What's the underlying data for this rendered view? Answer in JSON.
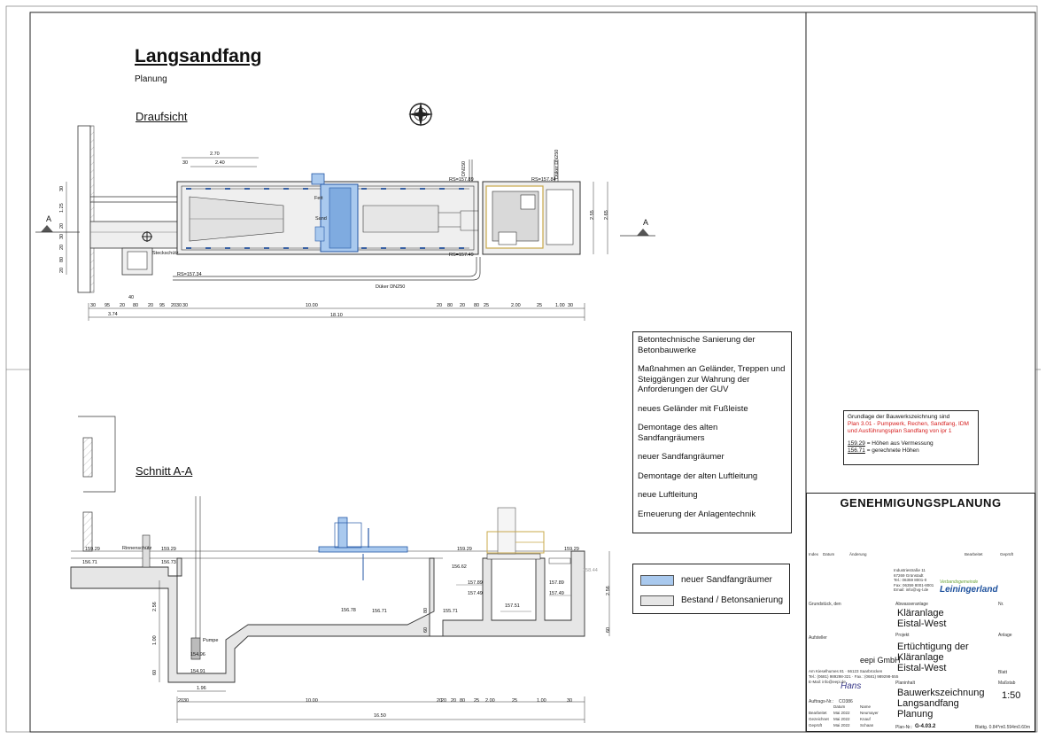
{
  "title": "Langsandfang",
  "subtitle": "Planung",
  "views": {
    "plan": "Draufsicht",
    "section": "Schnitt A-A"
  },
  "section_marker": "A",
  "plan_labels": {
    "dim_270": "2.70",
    "dim_240": "2.40",
    "dim_30": "30",
    "rs1": "RS=157.89",
    "rs2": "RS=157.84",
    "rs3": "RS=157.49",
    "rs4": "RS=157.34",
    "dn150": "DN150",
    "duker_dn250_v": "Düker DN250",
    "duker_dn250": "Düker DN250",
    "steckschutz": "Steckschütz",
    "fett": "Fett",
    "sand": "Sand",
    "right_dim1": "2.55",
    "right_dim2": "2.65",
    "left_dims": [
      "30",
      "1.25",
      "20",
      "30",
      "20",
      "80",
      "20"
    ],
    "dim_40": "40",
    "bottom_row": [
      "30",
      "95",
      "20",
      "80",
      "20",
      "95",
      "20",
      "30",
      "30",
      "10.00",
      "20",
      "80",
      "20",
      "80",
      "25",
      "2.00",
      "25",
      "1.00",
      "30"
    ],
    "total_374": "3.74",
    "total_1810": "18.10"
  },
  "section_labels": {
    "e15929a": "159.29",
    "e15871": "156.71",
    "rinnenschutz": "Rinnenschütz",
    "e15929b": "159.29",
    "e15873": "156.73",
    "e15929c": "159.29",
    "e15929d": "159.29",
    "e15662": "156.62",
    "e15789": "157.89",
    "e15749": "157.49",
    "e15751": "157.51",
    "e15789b": "157.89",
    "e15749b": "157.49",
    "e15844": "158.44",
    "e15678": "156.78",
    "e15671": "156.71",
    "e15571": "155.71",
    "pumpe": "Pumpe",
    "e15496": "154.96",
    "e15491": "154.91",
    "dim_256": "2.56",
    "dim_100": "1.00",
    "dim_60": "60",
    "dim_80": "80",
    "dim_60b": "60",
    "dim_256b": "2.56",
    "dim_60c": "60",
    "dim_196": "1.96",
    "bottom_row": [
      "20",
      "30",
      "10.00",
      "20",
      "20",
      "20",
      "80",
      "25",
      "2.00",
      "25",
      "1.00",
      "30"
    ],
    "total_1650": "16.50"
  },
  "notes": [
    "Betontechnische Sanierung der Betonbauwerke",
    "Maßnahmen an Geländer, Treppen und Steiggängen zur Wahrung der Anforderungen der GUV",
    "neues Geländer mit Fußleiste",
    "Demontage des alten Sandfangräumers",
    "neuer Sandfangräumer",
    "Demontage der alten Luftleitung",
    "neue Luftleitung",
    "Erneuerung der Anlagentechnik"
  ],
  "basis": {
    "heading": "Grundlage der Bauwerkszeichnung sind",
    "red_line1": "Plan 3.01 - Pumpwerk, Rechen, Sandfang, IDM",
    "red_line2": "und Ausführungsplan Sandfang von ipr 1",
    "h1_value": "159.29",
    "h1_text": " = Höhen aus Vermessung",
    "h2_value": "156.71",
    "h2_text": " = gerechnete Höhen"
  },
  "legend": [
    {
      "label": "neuer Sandfangräumer",
      "color": "#a9c9ee"
    },
    {
      "label": "Bestand / Betonsanierung",
      "color": "#e6e6e6"
    }
  ],
  "title_block": {
    "heading": "GENEHMIGUNGSPLANUNG",
    "rev_cols": [
      "Index",
      "Datum",
      "Änderung",
      "Bearbeitet",
      "Geprüft"
    ],
    "client_address": [
      "Industriestraße 11",
      "67269 Grünstadt",
      "Tel.: 06359 8001-0",
      "Fax: 06359 8001-8001",
      "Email: info@vg-l.de"
    ],
    "logo_top": "Verbandsgemeinde",
    "logo_name": "Leiningerland",
    "field_grund": "Grundstück, den",
    "field_abw": "Abwasseranlage",
    "field_nr": "Nr.",
    "plant_name1": "Kläranlage",
    "plant_name2": "Eistal-West",
    "field_projekt": "Projekt",
    "field_anlage": "Anlage",
    "project1": "Ertüchtigung der",
    "project2": "Kläranlage",
    "project3": "Eistal-West",
    "field_aufsteller": "Aufsteller",
    "firm": "eepi GmbH",
    "firm_addr1": "Am Kieselhumes 81 · 66123 Saarbrücken",
    "firm_addr2": "Tel.: (0681) 989298-321 · Fax.: (0681) 989298-555",
    "firm_addr3": "E-Mail: info@eepi.de",
    "field_auftrag": "Auftrags-Nr.:",
    "auftrag_nr": "CO386",
    "field_blatt": "Blatt",
    "field_planinhalt": "Planinhalt",
    "field_massstab": "Maßstab",
    "content1": "Bauwerkszeichnung",
    "content2": "Langsandfang",
    "content3": "Planung",
    "scale": "1:50",
    "signature": "Hans",
    "staff_cols": [
      "",
      "Datum",
      "Name"
    ],
    "staff_rows": [
      [
        "Bearbeitet",
        "Mai 2022",
        "Neumayer"
      ],
      [
        "Gezeichnet",
        "Mai 2022",
        "Knauf"
      ],
      [
        "Geprüft",
        "Mai 2022",
        "Schaan"
      ]
    ],
    "plan_nr_label": "Plan-Nr.:",
    "plan_nr": "G-4.03.2",
    "format": "Blattg. 0.84*m0.594m0.60m"
  }
}
